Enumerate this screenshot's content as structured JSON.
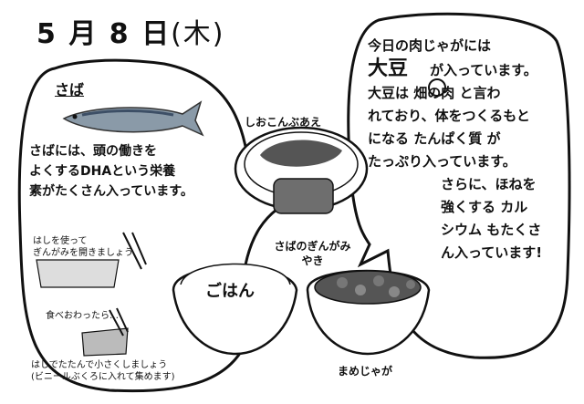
{
  "date": {
    "day_text": "5 月 8 日",
    "weekday": "(木)"
  },
  "saba_bubble": {
    "heading": "さば",
    "body_lines": [
      "さばには、頭の働きを",
      "よくするDHAという栄養",
      "素がたくさん入っています。"
    ],
    "tip1_lines": [
      "はしを使って",
      "ぎんがみを開きましょう"
    ],
    "tip2_heading": "食べおわったら…",
    "tip2_lines": [
      "はしでたたんで小さくしましょう",
      "(ビニールぶくろに入れて集めます)"
    ]
  },
  "soybean_bubble": {
    "lines": [
      "今日の肉じゃがには",
      "大豆",
      "が入っています。",
      "大豆は 畑の肉 と言わ",
      "れており、体をつくるもと",
      "になる たんぱく質 が",
      "たっぷり入っています。",
      "さらに、ほねを",
      "強くする カル",
      "シウム もたくさ",
      "ん入っています!"
    ]
  },
  "dishes": {
    "aemono": "しおこんぶあえ",
    "saba": "さばのぎんがみやき",
    "gohan": "ごはん",
    "nikujaga": "まめじゃが"
  }
}
